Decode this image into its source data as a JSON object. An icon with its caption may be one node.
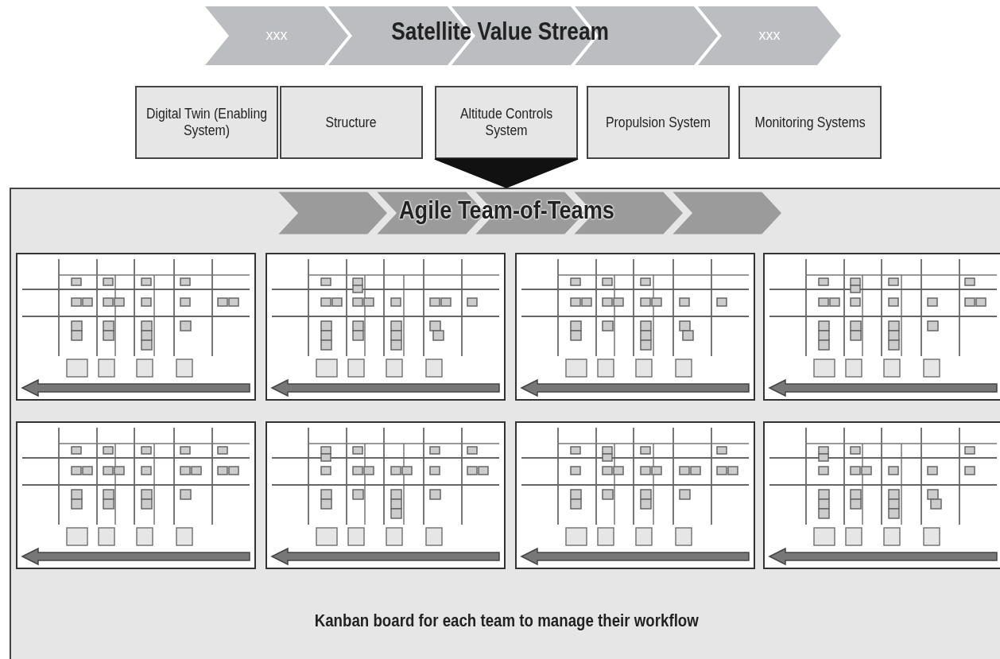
{
  "diagram": {
    "title": "Satellite Value Stream",
    "nodes": [
      {
        "text": [
          "xxx"
        ]
      },
      {
        "text": [],
        "shape": "chevron"
      },
      {
        "text": [],
        "shape": "chevron"
      },
      {
        "text": [],
        "shape": "chevron"
      },
      {
        "text": [
          "xxx"
        ]
      },
      {
        "text": [
          "Digital Twin (Enabling System)"
        ]
      },
      {
        "text": [
          "Structure"
        ]
      },
      {
        "text": [
          "Altitude Controls System"
        ]
      },
      {
        "text": [
          "Propulsion System"
        ]
      },
      {
        "text": [
          "Monitoring Systems"
        ]
      },
      {
        "text": [
          "Agile Team-of-Teams",
          "Kanban board for each team to manage their workflow"
        ]
      },
      {
        "text": [],
        "shape": "picture",
        "in": 10
      },
      {
        "text": [],
        "shape": "picture",
        "in": 10
      },
      {
        "text": [],
        "shape": "picture",
        "in": 10
      },
      {
        "text": [],
        "shape": "picture",
        "in": 10
      },
      {
        "text": [],
        "shape": "picture",
        "in": 10
      },
      {
        "text": [],
        "shape": "picture",
        "in": 10
      },
      {
        "text": [],
        "shape": "picture",
        "in": 10
      },
      {
        "text": [],
        "shape": "picture",
        "in": 10
      }
    ],
    "edges": [
      {
        "from": 7,
        "to": 10,
        "arrow": "to"
      }
    ]
  }
}
